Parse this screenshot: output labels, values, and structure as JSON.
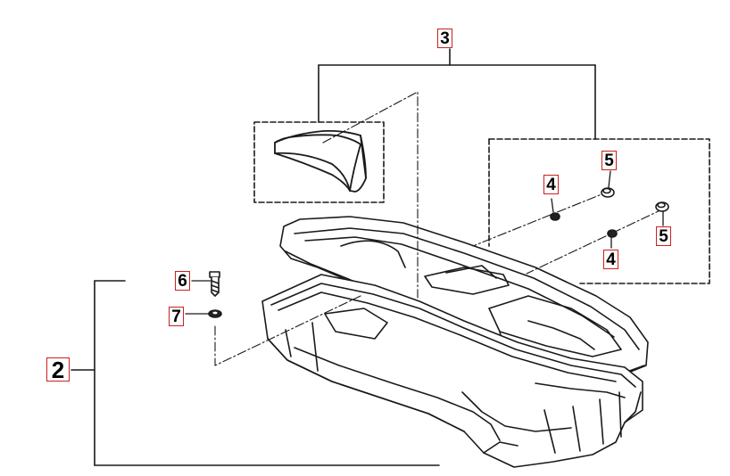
{
  "callouts": {
    "assembly_lid": "3",
    "assembly_box": "2",
    "part_4_upper": "4",
    "part_4_lower": "4",
    "part_5_upper": "5",
    "part_5_lower": "5",
    "part_6": "6",
    "part_7": "7"
  },
  "colors": {
    "line": "#1a1a1a",
    "callout_border": "#cc1f1f"
  }
}
